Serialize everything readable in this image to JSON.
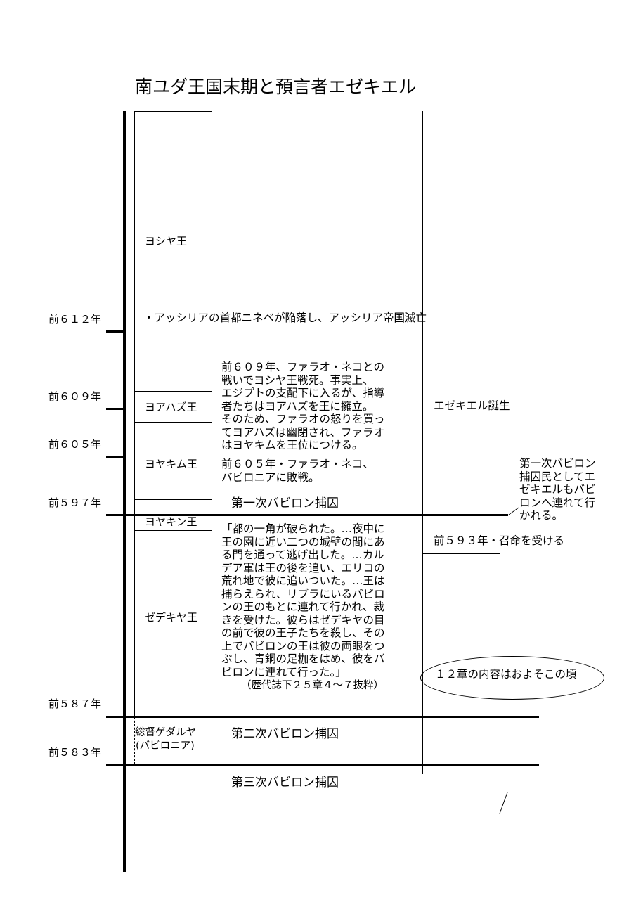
{
  "title": "南ユダ王国末期と預言者エゼキエル",
  "years": [
    "前６１２年",
    "前６０９年",
    "前６０５年",
    "前５９７年",
    "前５８７年",
    "前５８３年"
  ],
  "kings": [
    "ヨシヤ王",
    "ヨアハズ王",
    "ヨヤキム王",
    "ヨヤキン王",
    "ゼデキヤ王"
  ],
  "governor": [
    "総督ゲダルヤ",
    "(バビロニア)"
  ],
  "events": {
    "nineveh": "・アッシリアの首都ニネベが陥落し、アッシリア帝国滅亡",
    "josiah_death": [
      "前６０９年、ファラオ・ネコとの",
      "戦いでヨシヤ王戦死。事実上、",
      "エジプトの支配下に入るが、指導",
      "者たちはヨアハズを王に擁立。",
      "そのため、ファラオの怒りを買っ",
      "てヨアハズは幽閉され、ファラオ",
      "はヨヤキムを王位につける。"
    ],
    "egypt_defeat": [
      "前６０５年・ファラオ・ネコ、",
      "バビロニアに敗戦。"
    ],
    "quote": [
      "「都の一角が破られた。…夜中に",
      "王の園に近い二つの城壁の間にあ",
      "る門を通って逃げ出した。…カル",
      "デア軍は王の後を追い、エリコの",
      "荒れ地で彼に追いついた。…王は",
      "捕らえられ、リブラにいるバビロ",
      "ンの王のもとに連れて行かれ、裁",
      "きを受けた。彼らはゼデキヤの目",
      "の前で彼の王子たちを殺し、その",
      "上でバビロンの王は彼の両眼をつ",
      "ぶし、青銅の足枷をはめ、彼をバ",
      "ビロンに連れて行った。」"
    ],
    "quote_source": "（歴代誌下２５章４～７抜粋）"
  },
  "captivity": {
    "first": "第一次バビロン捕囚",
    "second": "第二次バビロン捕囚",
    "third": "第三次バビロン捕囚"
  },
  "ezekiel": {
    "birth": "エゼキエル誕生",
    "exile": [
      "第一次バビロン",
      "捕囚民としてエ",
      "ゼキエルもバビ",
      "ロンへ連れて行",
      "かれる。"
    ],
    "calling": "前５９３年・召命を受ける",
    "chapter12": "１２章の内容はおよそこの頃"
  }
}
